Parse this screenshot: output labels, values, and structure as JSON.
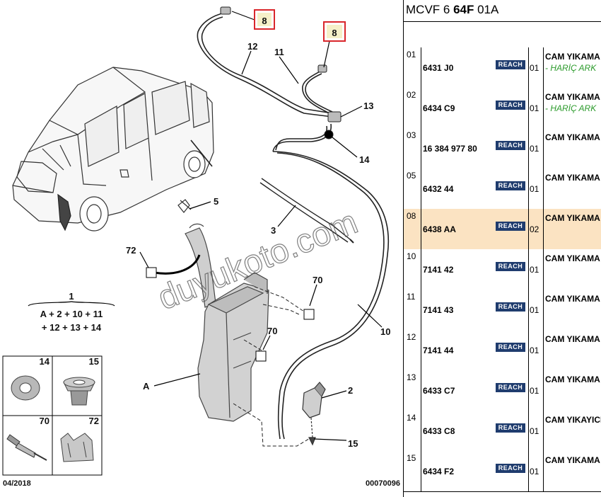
{
  "diagram": {
    "callouts": {
      "c8a": "8",
      "c8b": "8",
      "c12": "12",
      "c11": "11",
      "c13": "13",
      "c14": "14",
      "c5": "5",
      "c3": "3",
      "c72": "72",
      "c70a": "70",
      "c70b": "70",
      "c10": "10",
      "c2": "2",
      "c15": "15",
      "cA": "A"
    },
    "kit": {
      "number": "1",
      "line1": "A + 2 + 10 + 11",
      "line2": "+ 12 + 13 + 14"
    },
    "legend": [
      "14",
      "15",
      "70",
      "72"
    ],
    "date": "04/2018",
    "code": "00070096",
    "watermark": "duyukoto.com",
    "highlight_color": "#d9262b"
  },
  "panel": {
    "title_pre": "MCVF 6 ",
    "title_bold": "64F",
    "title_post": " 01A",
    "reach_label": "REACH",
    "rows": [
      {
        "idx": "01",
        "ref": "6431 J0",
        "qty": "01",
        "desc": "CAM YIKAMA",
        "note": "- HARİÇ ARK"
      },
      {
        "idx": "02",
        "ref": "6434 C9",
        "qty": "01",
        "desc": "CAM YIKAMA",
        "note": "- HARİÇ ARK"
      },
      {
        "idx": "03",
        "ref": "16 384 977 80",
        "qty": "01",
        "desc": "CAM YIKAMA",
        "note": ""
      },
      {
        "idx": "05",
        "ref": "6432 44",
        "qty": "01",
        "desc": "CAM YIKAMA",
        "note": ""
      },
      {
        "idx": "08",
        "ref": "6438 AA",
        "qty": "02",
        "desc": "CAM YIKAMA",
        "note": ""
      },
      {
        "idx": "10",
        "ref": "7141 42",
        "qty": "01",
        "desc": "CAM YIKAMA",
        "note": ""
      },
      {
        "idx": "11",
        "ref": "7141 43",
        "qty": "01",
        "desc": "CAM YIKAMA",
        "note": ""
      },
      {
        "idx": "12",
        "ref": "7141 44",
        "qty": "01",
        "desc": "CAM YIKAMA",
        "note": ""
      },
      {
        "idx": "13",
        "ref": "6433 C7",
        "qty": "01",
        "desc": "CAM YIKAMA",
        "note": ""
      },
      {
        "idx": "14",
        "ref": "6433 C8",
        "qty": "01",
        "desc": "CAM YIKAYICI",
        "note": ""
      },
      {
        "idx": "15",
        "ref": "6434 F2",
        "qty": "01",
        "desc": "CAM YIKAMA",
        "note": ""
      }
    ],
    "selected_color": "#fbe3c2",
    "reach_color": "#1f3c6e"
  }
}
